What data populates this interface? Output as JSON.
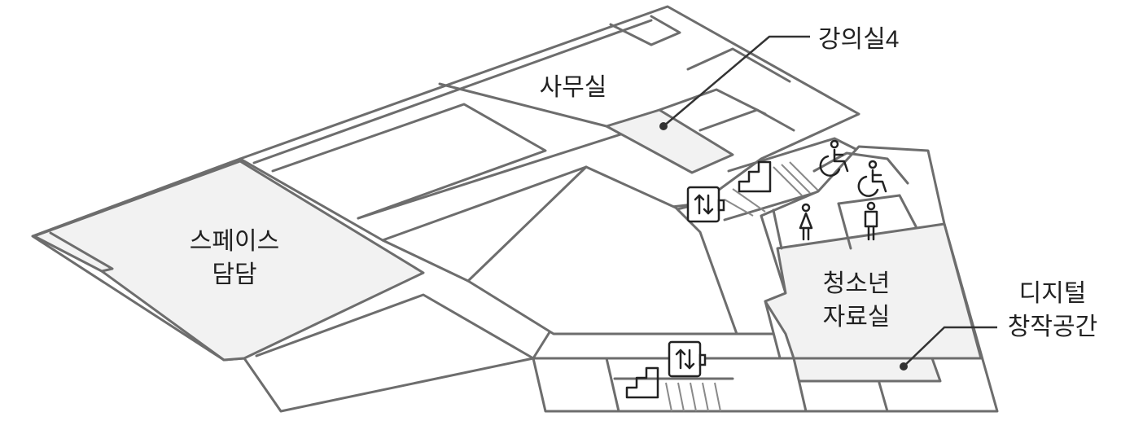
{
  "map": {
    "labels": {
      "office": "사무실",
      "space_damdam_line1": "스페이스",
      "space_damdam_line2": "담담",
      "lecture_room_4": "강의실4",
      "youth_library_line1": "청소년",
      "youth_library_line2": "자료실",
      "digital_space_line1": "디지털",
      "digital_space_line2": "창작공간"
    },
    "icons": [
      "stairs-icon",
      "elevator-icon",
      "accessible-restroom-icon",
      "womens-restroom-icon",
      "mens-restroom-icon"
    ],
    "colors": {
      "wall": "#6d6d6d",
      "highlight_fill": "#f2f2f2",
      "text": "#222222"
    }
  }
}
